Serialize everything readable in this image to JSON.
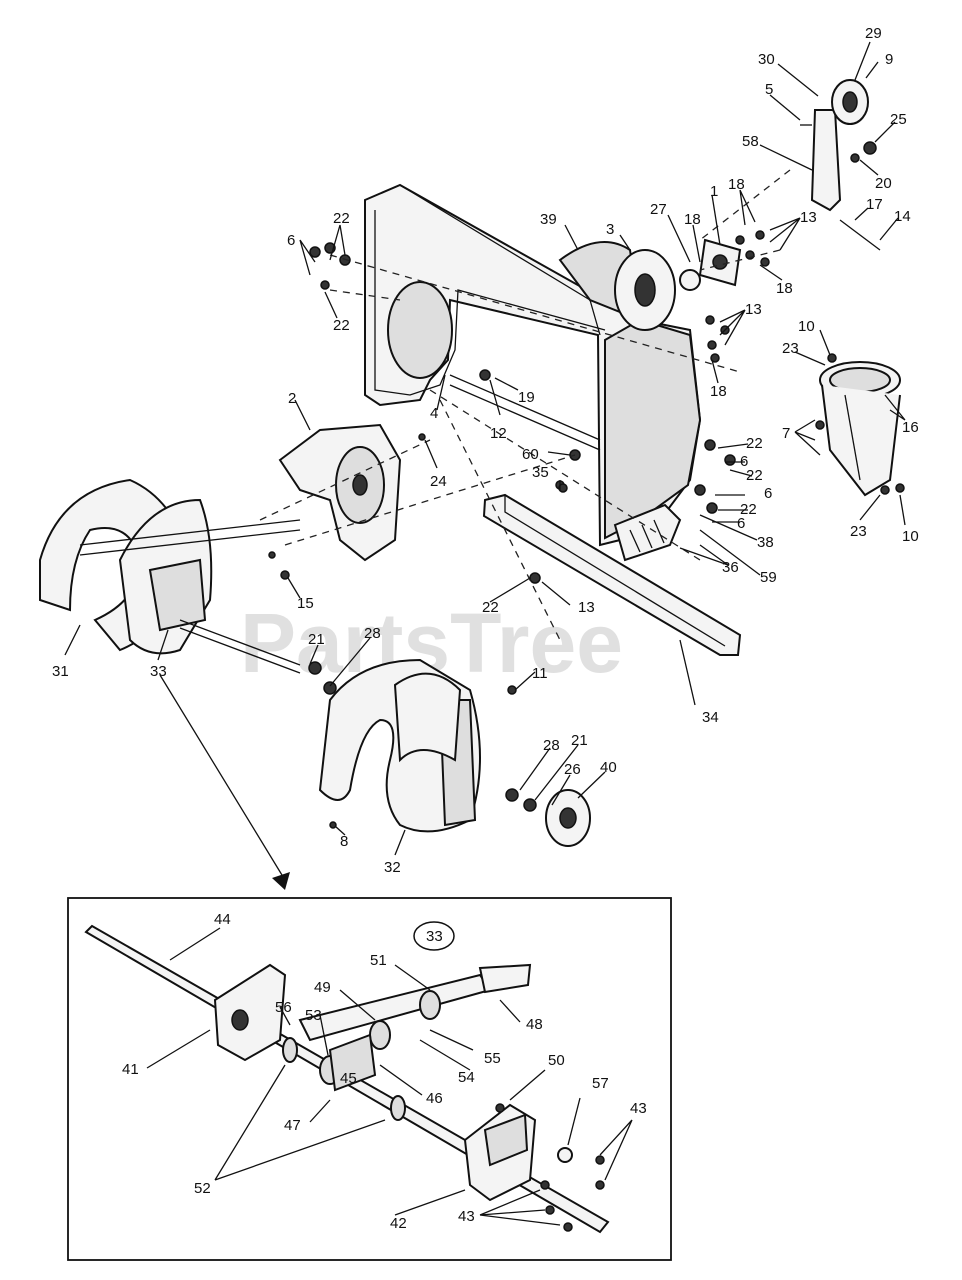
{
  "watermark": "PartsTree",
  "inset_callout": "33",
  "labels": {
    "l1": "1",
    "l2": "2",
    "l3": "3",
    "l4": "4",
    "l5": "5",
    "l6a": "6",
    "l6b": "6",
    "l6c": "6",
    "l6d": "6",
    "l7": "7",
    "l8": "8",
    "l9": "9",
    "l10a": "10",
    "l10b": "10",
    "l11": "11",
    "l12": "12",
    "l13a": "13",
    "l13b": "13",
    "l13c": "13",
    "l14": "14",
    "l15": "15",
    "l16": "16",
    "l17": "17",
    "l18a": "18",
    "l18b": "18",
    "l18c": "18",
    "l18d": "18",
    "l19": "19",
    "l20": "20",
    "l21a": "21",
    "l21b": "21",
    "l22a": "22",
    "l22b": "22",
    "l22c": "22",
    "l22d": "22",
    "l22e": "22",
    "l22f": "22",
    "l23a": "23",
    "l23b": "23",
    "l24": "24",
    "l25": "25",
    "l26": "26",
    "l27": "27",
    "l28a": "28",
    "l28b": "28",
    "l29": "29",
    "l30": "30",
    "l31": "31",
    "l32": "32",
    "l33": "33",
    "l34": "34",
    "l35": "35",
    "l36": "36",
    "l38": "38",
    "l39": "39",
    "l40": "40",
    "l41": "41",
    "l42": "42",
    "l43a": "43",
    "l43b": "43",
    "l44": "44",
    "l45": "45",
    "l46": "46",
    "l47": "47",
    "l48": "48",
    "l49": "49",
    "l50": "50",
    "l51": "51",
    "l52": "52",
    "l53": "53",
    "l54": "54",
    "l55": "55",
    "l56": "56",
    "l57": "57",
    "l58": "58",
    "l59": "59",
    "l60": "60"
  }
}
